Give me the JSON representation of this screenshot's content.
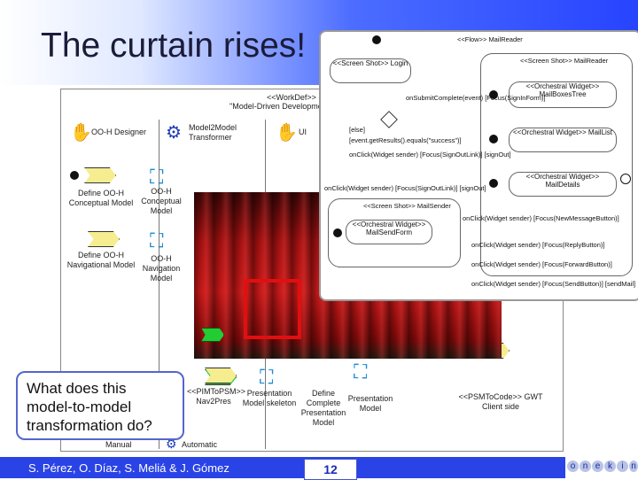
{
  "slide": {
    "title": "The curtain rises!",
    "footer_authors": "S. Pérez, O. Díaz, S. Meliá & J. Gómez",
    "page_number": "12",
    "logo_letters": [
      "o",
      "n",
      "e",
      "k",
      "i",
      "n"
    ]
  },
  "colors": {
    "footer_bar": "#2a43e6",
    "callout_border": "#5566cc",
    "highlight": "#e20f0f",
    "curtain": "#c31818",
    "task_fill": "#f6ed90"
  },
  "workflow": {
    "header_line1": "<<WorkDef>>",
    "header_line2": "\"Model-Driven Developme",
    "roles": [
      "OO-H Designer",
      "Model2Model Transformer",
      "UI"
    ],
    "steps": [
      {
        "label": "Define OO-H Conceptual Model"
      },
      {
        "label": "OO-H Conceptual Model"
      },
      {
        "label": "Define OO-H Navigational Model"
      },
      {
        "label": "OO-H Navigation Model"
      },
      {
        "label": "<<PIMToPSM>> Nav2Pres"
      },
      {
        "label": "Presentation Model skeleton"
      },
      {
        "label": "Define Complete Presentation Model"
      },
      {
        "label": "Presentation Model"
      },
      {
        "label": "<<PSMToCode>> GWT Client side"
      }
    ],
    "legend": [
      "Manual",
      "Automatic"
    ]
  },
  "state_diagram": {
    "header": "<<Flow>> MailReader",
    "states": [
      {
        "name": "<<Screen Shot>> Login"
      },
      {
        "name": "<<Screen Shot>> MailReader"
      },
      {
        "name": "<<Orchestral Widget>> MailBoxesTree"
      },
      {
        "name": "<<Orchestral Widget>> MailList"
      },
      {
        "name": "<<Orchestral Widget>> MailDetails"
      },
      {
        "name": "<<Screen Shot>> MailSender"
      },
      {
        "name": "<<Orchestral Widget>> MailSendForm"
      }
    ],
    "transitions": [
      "onSubmitComplete(event) [Focus(SignInForm)]",
      "[else]",
      "[event.getResults().equals(\"success\")]",
      "onClick(Widget sender) [Focus(SignOutLink)] [signOut]",
      "onClick(Widget sender) [Focus(SignOutLink)] [signOut]",
      "onClick(Widget sender) [Focus(NewMessageButton)]",
      "onClick(Widget sender) [Focus(ReplyButton)]",
      "onClick(Widget sender) [Focus(ForwardButton)]",
      "onClick(Widget sender) [Focus(SendButton)] [sendMail]"
    ]
  },
  "callout": {
    "question": "What does this model-to-model transformation do?"
  }
}
